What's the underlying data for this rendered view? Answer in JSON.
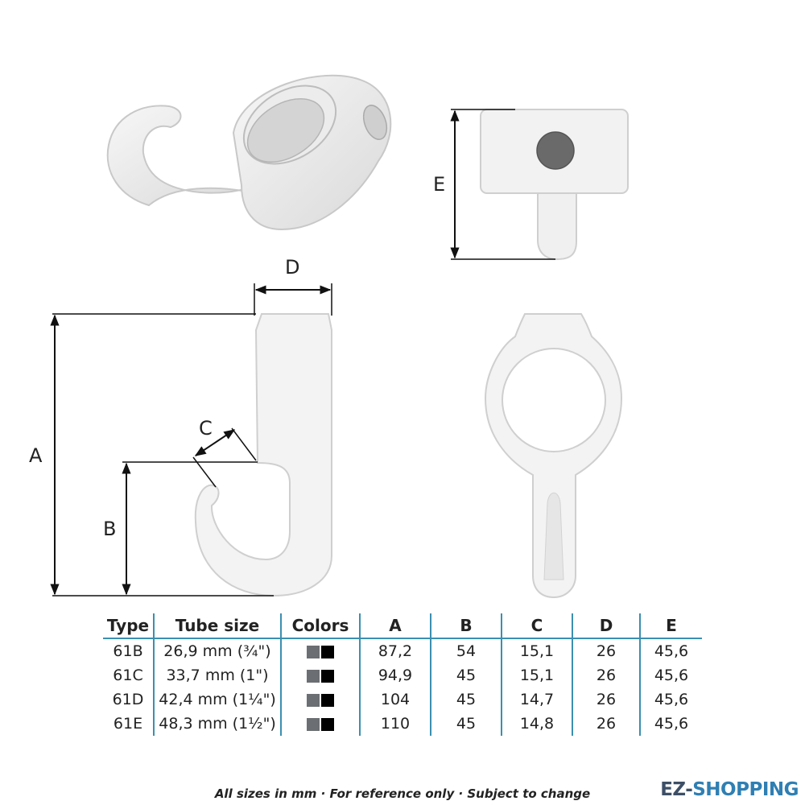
{
  "dimension_labels": {
    "a": "A",
    "b": "B",
    "c": "C",
    "d": "D",
    "e": "E"
  },
  "table": {
    "headers": [
      "Type",
      "Tube size",
      "Colors",
      "A",
      "B",
      "C",
      "D",
      "E"
    ],
    "rows": [
      {
        "type": "61B",
        "tube_size": "26,9 mm (¾\")",
        "a": "87,2",
        "b": "54",
        "c": "15,1",
        "d": "26",
        "e": "45,6"
      },
      {
        "type": "61C",
        "tube_size": "33,7 mm (1\")",
        "a": "94,9",
        "b": "45",
        "c": "15,1",
        "d": "26",
        "e": "45,6"
      },
      {
        "type": "61D",
        "tube_size": "42,4 mm (1¼\")",
        "a": "104",
        "b": "45",
        "c": "14,7",
        "d": "26",
        "e": "45,6"
      },
      {
        "type": "61E",
        "tube_size": "48,3 mm (1½\")",
        "a": "110",
        "b": "45",
        "c": "14,8",
        "d": "26",
        "e": "45,6"
      }
    ],
    "colors": [
      "#6b6e72",
      "#000000"
    ],
    "accent": "#3b8fb0"
  },
  "footnote": "All sizes in mm · For reference only · Subject to change",
  "brand": {
    "part1": "EZ-",
    "part2": "SHOPPING"
  }
}
